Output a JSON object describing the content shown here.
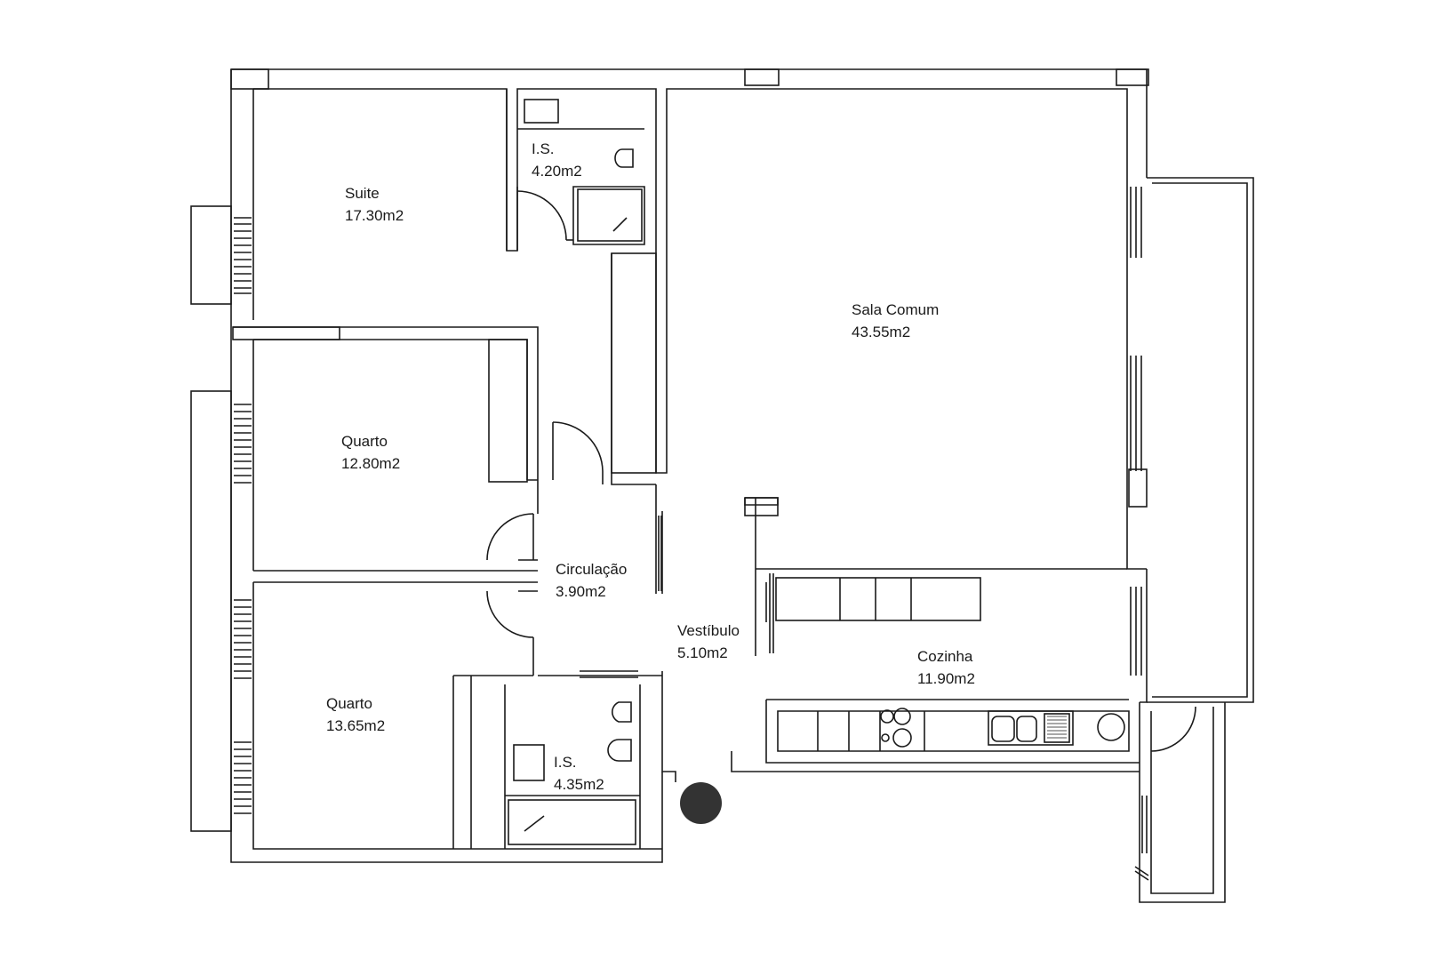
{
  "colors": {
    "line": "#1a1a1a",
    "background": "#ffffff",
    "marker": "#333333"
  },
  "rooms": {
    "suite": {
      "name": "Suite",
      "area": "17.30m2"
    },
    "is_top": {
      "name": "I.S.",
      "area": "4.20m2"
    },
    "sala_comum": {
      "name": "Sala Comum",
      "area": "43.55m2"
    },
    "quarto_1": {
      "name": "Quarto",
      "area": "12.80m2"
    },
    "circulacao": {
      "name": "Circulação",
      "area": "3.90m2"
    },
    "vestibulo": {
      "name": "Vestíbulo",
      "area": "5.10m2"
    },
    "cozinha": {
      "name": "Cozinha",
      "area": "11.90m2"
    },
    "quarto_2": {
      "name": "Quarto",
      "area": "13.65m2"
    },
    "is_bottom": {
      "name": "I.S.",
      "area": "4.35m2"
    }
  },
  "marker": {
    "icon": "north-point-dot-icon"
  }
}
